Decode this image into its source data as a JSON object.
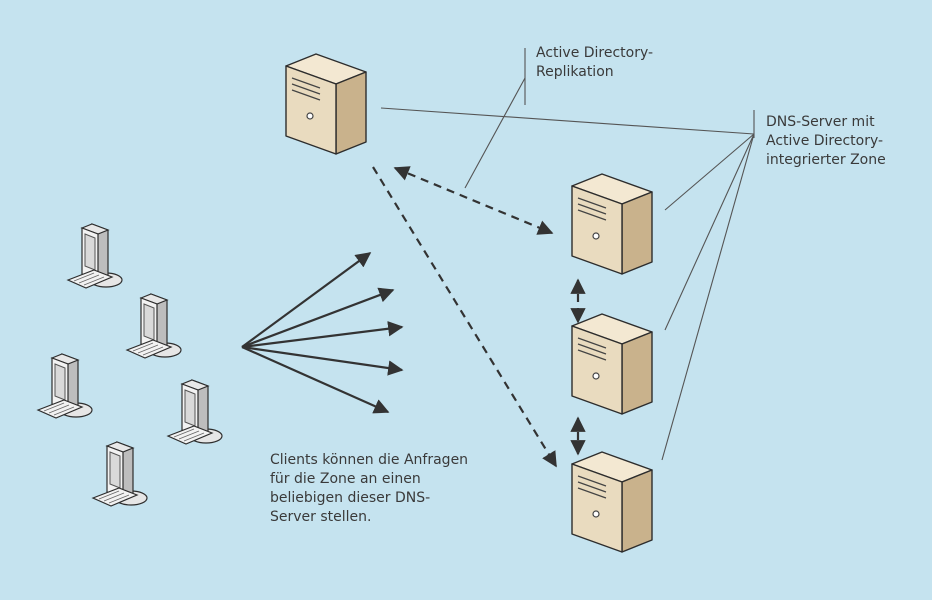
{
  "labels": {
    "replication": [
      "Active Directory-",
      "Replikation"
    ],
    "dns_server": [
      "DNS-Server mit",
      "Active Directory-",
      "integrierter Zone"
    ],
    "clients_note": [
      "Clients können die Anfragen",
      "für die Zone an einen",
      "beliebigen dieser DNS-",
      "Server stellen."
    ]
  },
  "diagram": {
    "servers": [
      "server-top",
      "server-right-1",
      "server-right-2",
      "server-right-3"
    ],
    "clients": [
      "client-1",
      "client-2",
      "client-3",
      "client-4",
      "client-5"
    ],
    "colors": {
      "background": "#c5e3ef",
      "server_front": "#e9dbbf",
      "server_side": "#c9b28c",
      "server_top": "#f3e8d2",
      "monitor": "#f2f2f2",
      "line": "#333333"
    }
  }
}
